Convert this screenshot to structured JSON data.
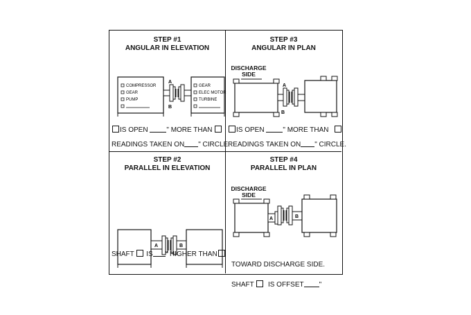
{
  "step1": {
    "step": "STEP #1",
    "name": "ANGULAR IN ELEVATION",
    "left_options": [
      "COMPRESSOR",
      "GEAR",
      "PUMP",
      ""
    ],
    "right_options": [
      "GEAR",
      "ELEC MOTOR",
      "TURBINE",
      ""
    ],
    "marker_a": "A",
    "marker_b": "B",
    "line1_a": "IS OPEN",
    "line1_b": "\" MORE THAN",
    "line2_a": "READINGS TAKEN ON",
    "line2_b": "\" CIRCLE."
  },
  "step3": {
    "step": "STEP #3",
    "name": "ANGULAR IN PLAN",
    "discharge_line1": "DISCHARGE",
    "discharge_line2": "SIDE",
    "marker_a": "A",
    "marker_b": "B",
    "line1_a": "IS OPEN",
    "line1_b": "\" MORE THAN",
    "line2_a": "READINGS TAKEN ON",
    "line2_b": "\" CIRCLE."
  },
  "step2": {
    "step": "STEP #2",
    "name": "PARALLEL IN ELEVATION",
    "marker_a": "A",
    "marker_b": "B",
    "line1_a": "SHAFT",
    "line1_b": "IS",
    "line1_c": "\" HIGHER THAN"
  },
  "step4": {
    "step": "STEP #4",
    "name": "PARALLEL IN PLAN",
    "discharge_line1": "DISCHARGE",
    "discharge_line2": "SIDE",
    "marker_a": "A",
    "marker_b": "B",
    "line1_a": "SHAFT",
    "line1_b": "IS OFFSET",
    "line1_c": "\"",
    "line2": "TOWARD DISCHARGE SIDE."
  }
}
